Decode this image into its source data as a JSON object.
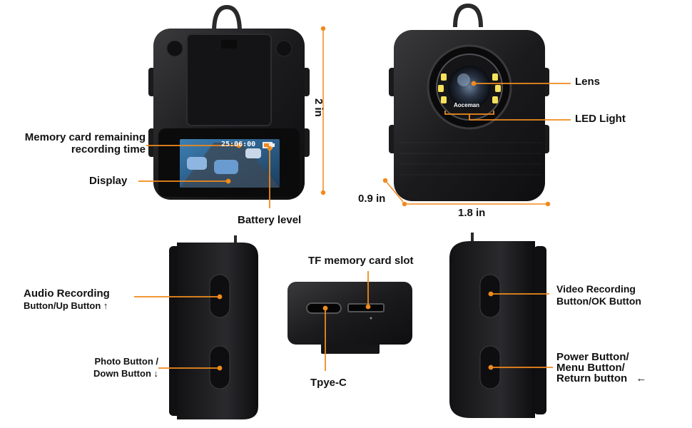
{
  "labels": {
    "memory_card_line1": "Memory card remaining",
    "memory_card_line2": "recording time",
    "display": "Display",
    "battery": "Battery level",
    "height": "2 in",
    "lens": "Lens",
    "led": "LED Light",
    "depth": "0.9 in",
    "width": "1.8 in",
    "tf_slot": "TF memory card slot",
    "type_c": "Tpye-C",
    "audio_line1": "Audio Recording",
    "audio_line2": "Button/Up Button ↑",
    "photo_line1": "Photo Button /",
    "photo_line2": "Down Button ↓",
    "video_line1": "Video Recording",
    "video_line2": "Button/OK Button",
    "power_line1": "Power Button/",
    "power_line2": "Menu Button/",
    "power_line3": "Return button",
    "power_arrow": "←"
  },
  "screen": {
    "time": "25:06:00",
    "brand": "Aoceman"
  },
  "colors": {
    "accent": "#f08a1c",
    "body": "#1c1c1e",
    "screen": "#2c5d8a"
  }
}
